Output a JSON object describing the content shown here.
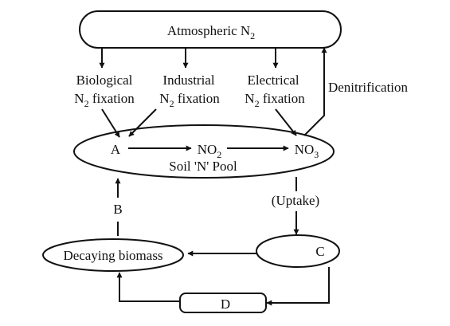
{
  "nodes": {
    "atmosphere": {
      "text": "Atmospheric N",
      "sub": "2"
    },
    "soil_pool": "Soil 'N' Pool",
    "a": "A",
    "no2": {
      "text": "NO",
      "sub": "2"
    },
    "no3": {
      "text": "NO",
      "sub": "3"
    },
    "c": "C",
    "d": "D",
    "decaying": "Decaying biomass"
  },
  "labels": {
    "biological": {
      "line1": "Biological",
      "line2_pre": "N",
      "line2_sub": "2",
      "line2_post": " fixation"
    },
    "industrial": {
      "line1": "Industrial",
      "line2_pre": "N",
      "line2_sub": "2",
      "line2_post": " fixation"
    },
    "electrical": {
      "line1": "Electrical",
      "line2_pre": "N",
      "line2_sub": "2",
      "line2_post": " fixation"
    },
    "denitrification": "Denitrification",
    "uptake": "(Uptake)",
    "b": "B"
  }
}
